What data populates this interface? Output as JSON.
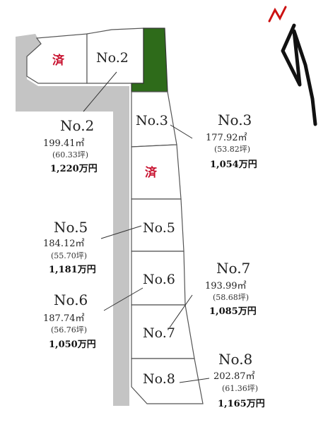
{
  "lots": [
    {
      "key": "no1",
      "label": "済",
      "sold": true
    },
    {
      "key": "no2",
      "label": "No.2",
      "sold": false
    },
    {
      "key": "no3",
      "label": "No.3",
      "sold": false
    },
    {
      "key": "no4",
      "label": "済",
      "sold": true
    },
    {
      "key": "no5",
      "label": "No.5",
      "sold": false
    },
    {
      "key": "no6",
      "label": "No.6",
      "sold": false
    },
    {
      "key": "no7",
      "label": "No.7",
      "sold": false
    },
    {
      "key": "no8",
      "label": "No.8",
      "sold": false
    }
  ],
  "annotations": [
    {
      "key": "no2",
      "num": "No.2",
      "area": "199.41㎡",
      "tsubo": "(60.33坪)",
      "price": "1,220万円"
    },
    {
      "key": "no3",
      "num": "No.3",
      "area": "177.92㎡",
      "tsubo": "(53.82坪)",
      "price": "1,054万円"
    },
    {
      "key": "no5",
      "num": "No.5",
      "area": "184.12㎡",
      "tsubo": "(55.70坪)",
      "price": "1,181万円"
    },
    {
      "key": "no6",
      "num": "No.6",
      "area": "187.74㎡",
      "tsubo": "(56.76坪)",
      "price": "1,050万円"
    },
    {
      "key": "no7",
      "num": "No.7",
      "area": "193.99㎡",
      "tsubo": "(58.68坪)",
      "price": "1,085万円"
    },
    {
      "key": "no8",
      "num": "No.8",
      "area": "202.87㎡",
      "tsubo": "(61.36坪)",
      "price": "1,165万円"
    }
  ],
  "colors": {
    "road": "#c4c4c4",
    "green_area": "#2e6b1a",
    "sold_text": "#c8102e",
    "north_arrow": "#111111",
    "north_n": "#cc1111"
  },
  "north_label": "N"
}
